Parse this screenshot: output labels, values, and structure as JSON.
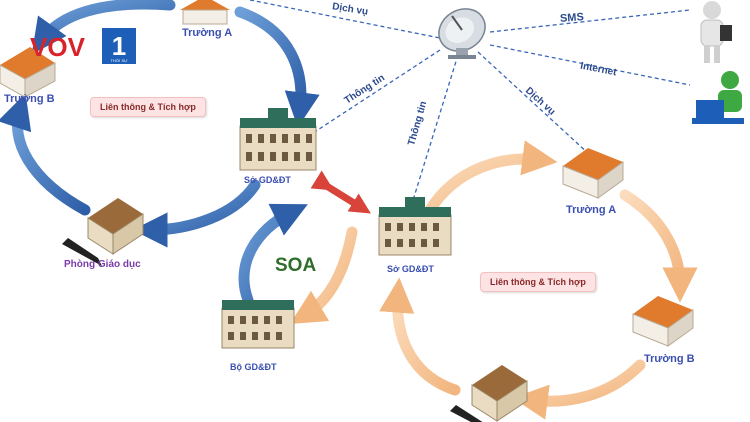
{
  "logo": {
    "brand": "VOV",
    "number": "1",
    "sub": "THỜI SỰ",
    "colors": {
      "red": "#d8232a",
      "blue": "#1d5fb8"
    }
  },
  "nodes": {
    "truong_a_top": "Trường A",
    "truong_b_left": "Trường B",
    "so_gddt_top": "Sở GD&ĐT",
    "phong_giao_duc": "Phòng Giáo dục",
    "bo_gddt": "Bộ GD&ĐT",
    "so_gddt_right": "Sở GD&ĐT",
    "truong_a_right": "Trường A",
    "truong_b_right": "Trường B"
  },
  "boxes": {
    "left": "Liên thông & Tích hợp",
    "right": "Liên thông & Tích hợp"
  },
  "links": {
    "dich_vu_top": "Dịch vụ",
    "sms": "SMS",
    "internet": "Internet",
    "thong_tin_left": "Thông tin",
    "thong_tin_mid": "Thông tin",
    "dich_vu_right": "Dịch vụ"
  },
  "soa": "SOA",
  "icons": [
    "satellite-dish-icon",
    "person-with-phone-icon",
    "person-at-computer-icon",
    "school-building-icon",
    "government-building-icon"
  ]
}
